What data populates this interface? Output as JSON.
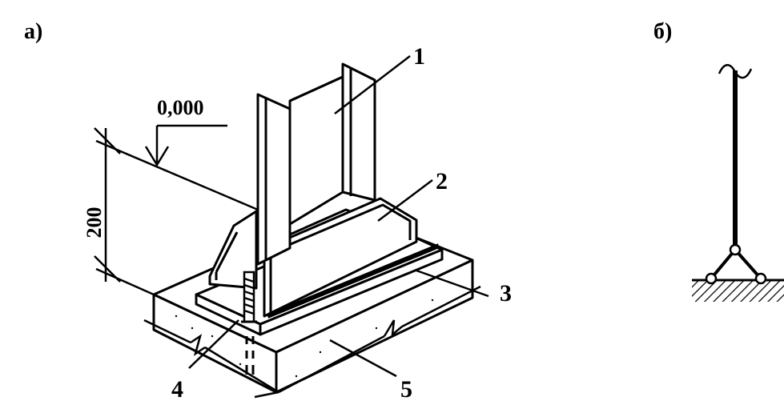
{
  "panels": {
    "a": "а)",
    "b": "б)"
  },
  "dimensions": {
    "height": "200",
    "level": "0,000"
  },
  "callouts": {
    "c1": "1",
    "c2": "2",
    "c3": "3",
    "c4": "4",
    "c5": "5"
  },
  "colors": {
    "ink": "#000000",
    "paper": "#ffffff"
  }
}
